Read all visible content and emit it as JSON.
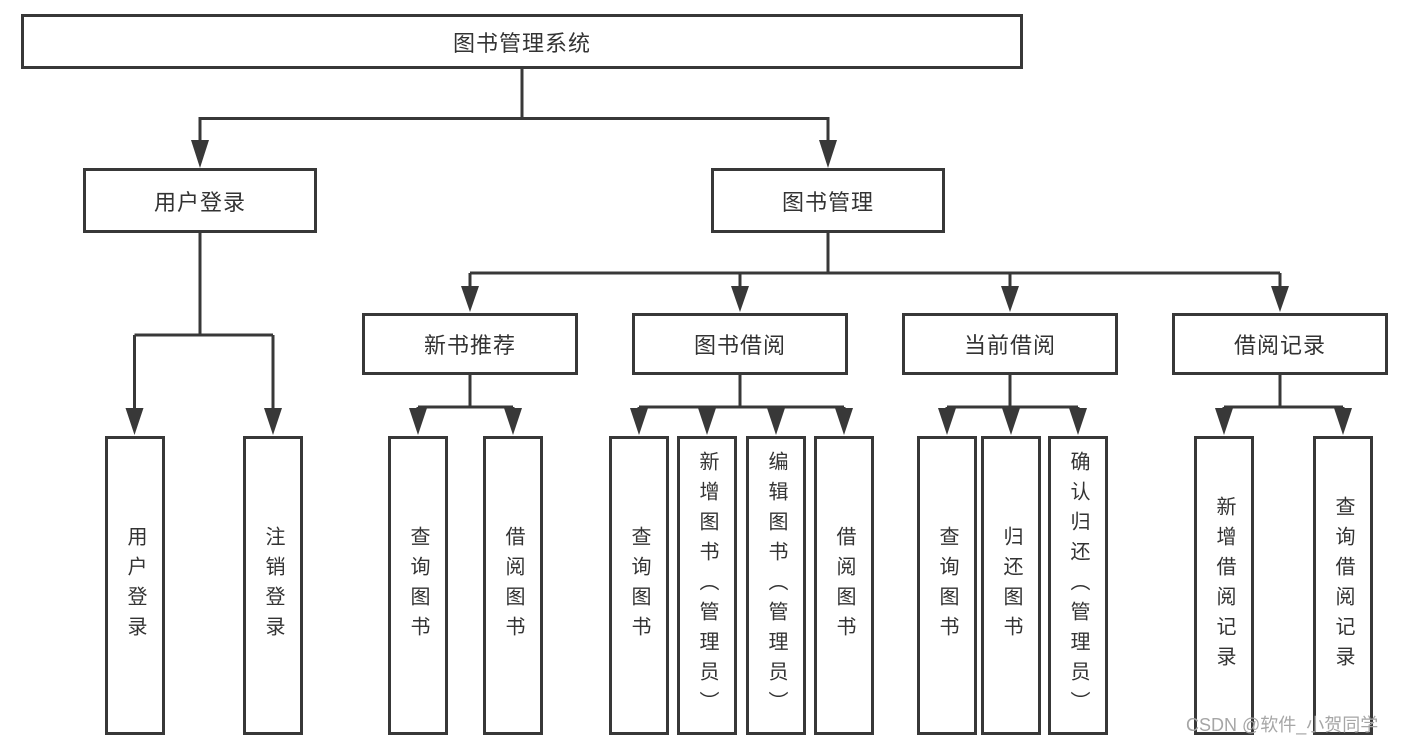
{
  "diagram": {
    "root": {
      "label": "图书管理系统"
    },
    "level2": [
      {
        "label": "用户登录"
      },
      {
        "label": "图书管理"
      }
    ],
    "level3": [
      {
        "label": "新书推荐"
      },
      {
        "label": "图书借阅"
      },
      {
        "label": "当前借阅"
      },
      {
        "label": "借阅记录"
      }
    ],
    "leaves": {
      "user_login": [
        "用户登录",
        "注销登录"
      ],
      "new_books": [
        "查询图书",
        "借阅图书"
      ],
      "book_borrow": [
        "查询图书",
        "新增图书（管理员）",
        "编辑图书（管理员）",
        "借阅图书"
      ],
      "current_borrow": [
        "查询图书",
        "归还图书",
        "确认归还（管理员）"
      ],
      "borrow_records": [
        "新增借阅记录",
        "查询借阅记录"
      ]
    },
    "line_color": "#383838"
  },
  "watermark": {
    "text": "CSDN @软件_小贺同学"
  }
}
